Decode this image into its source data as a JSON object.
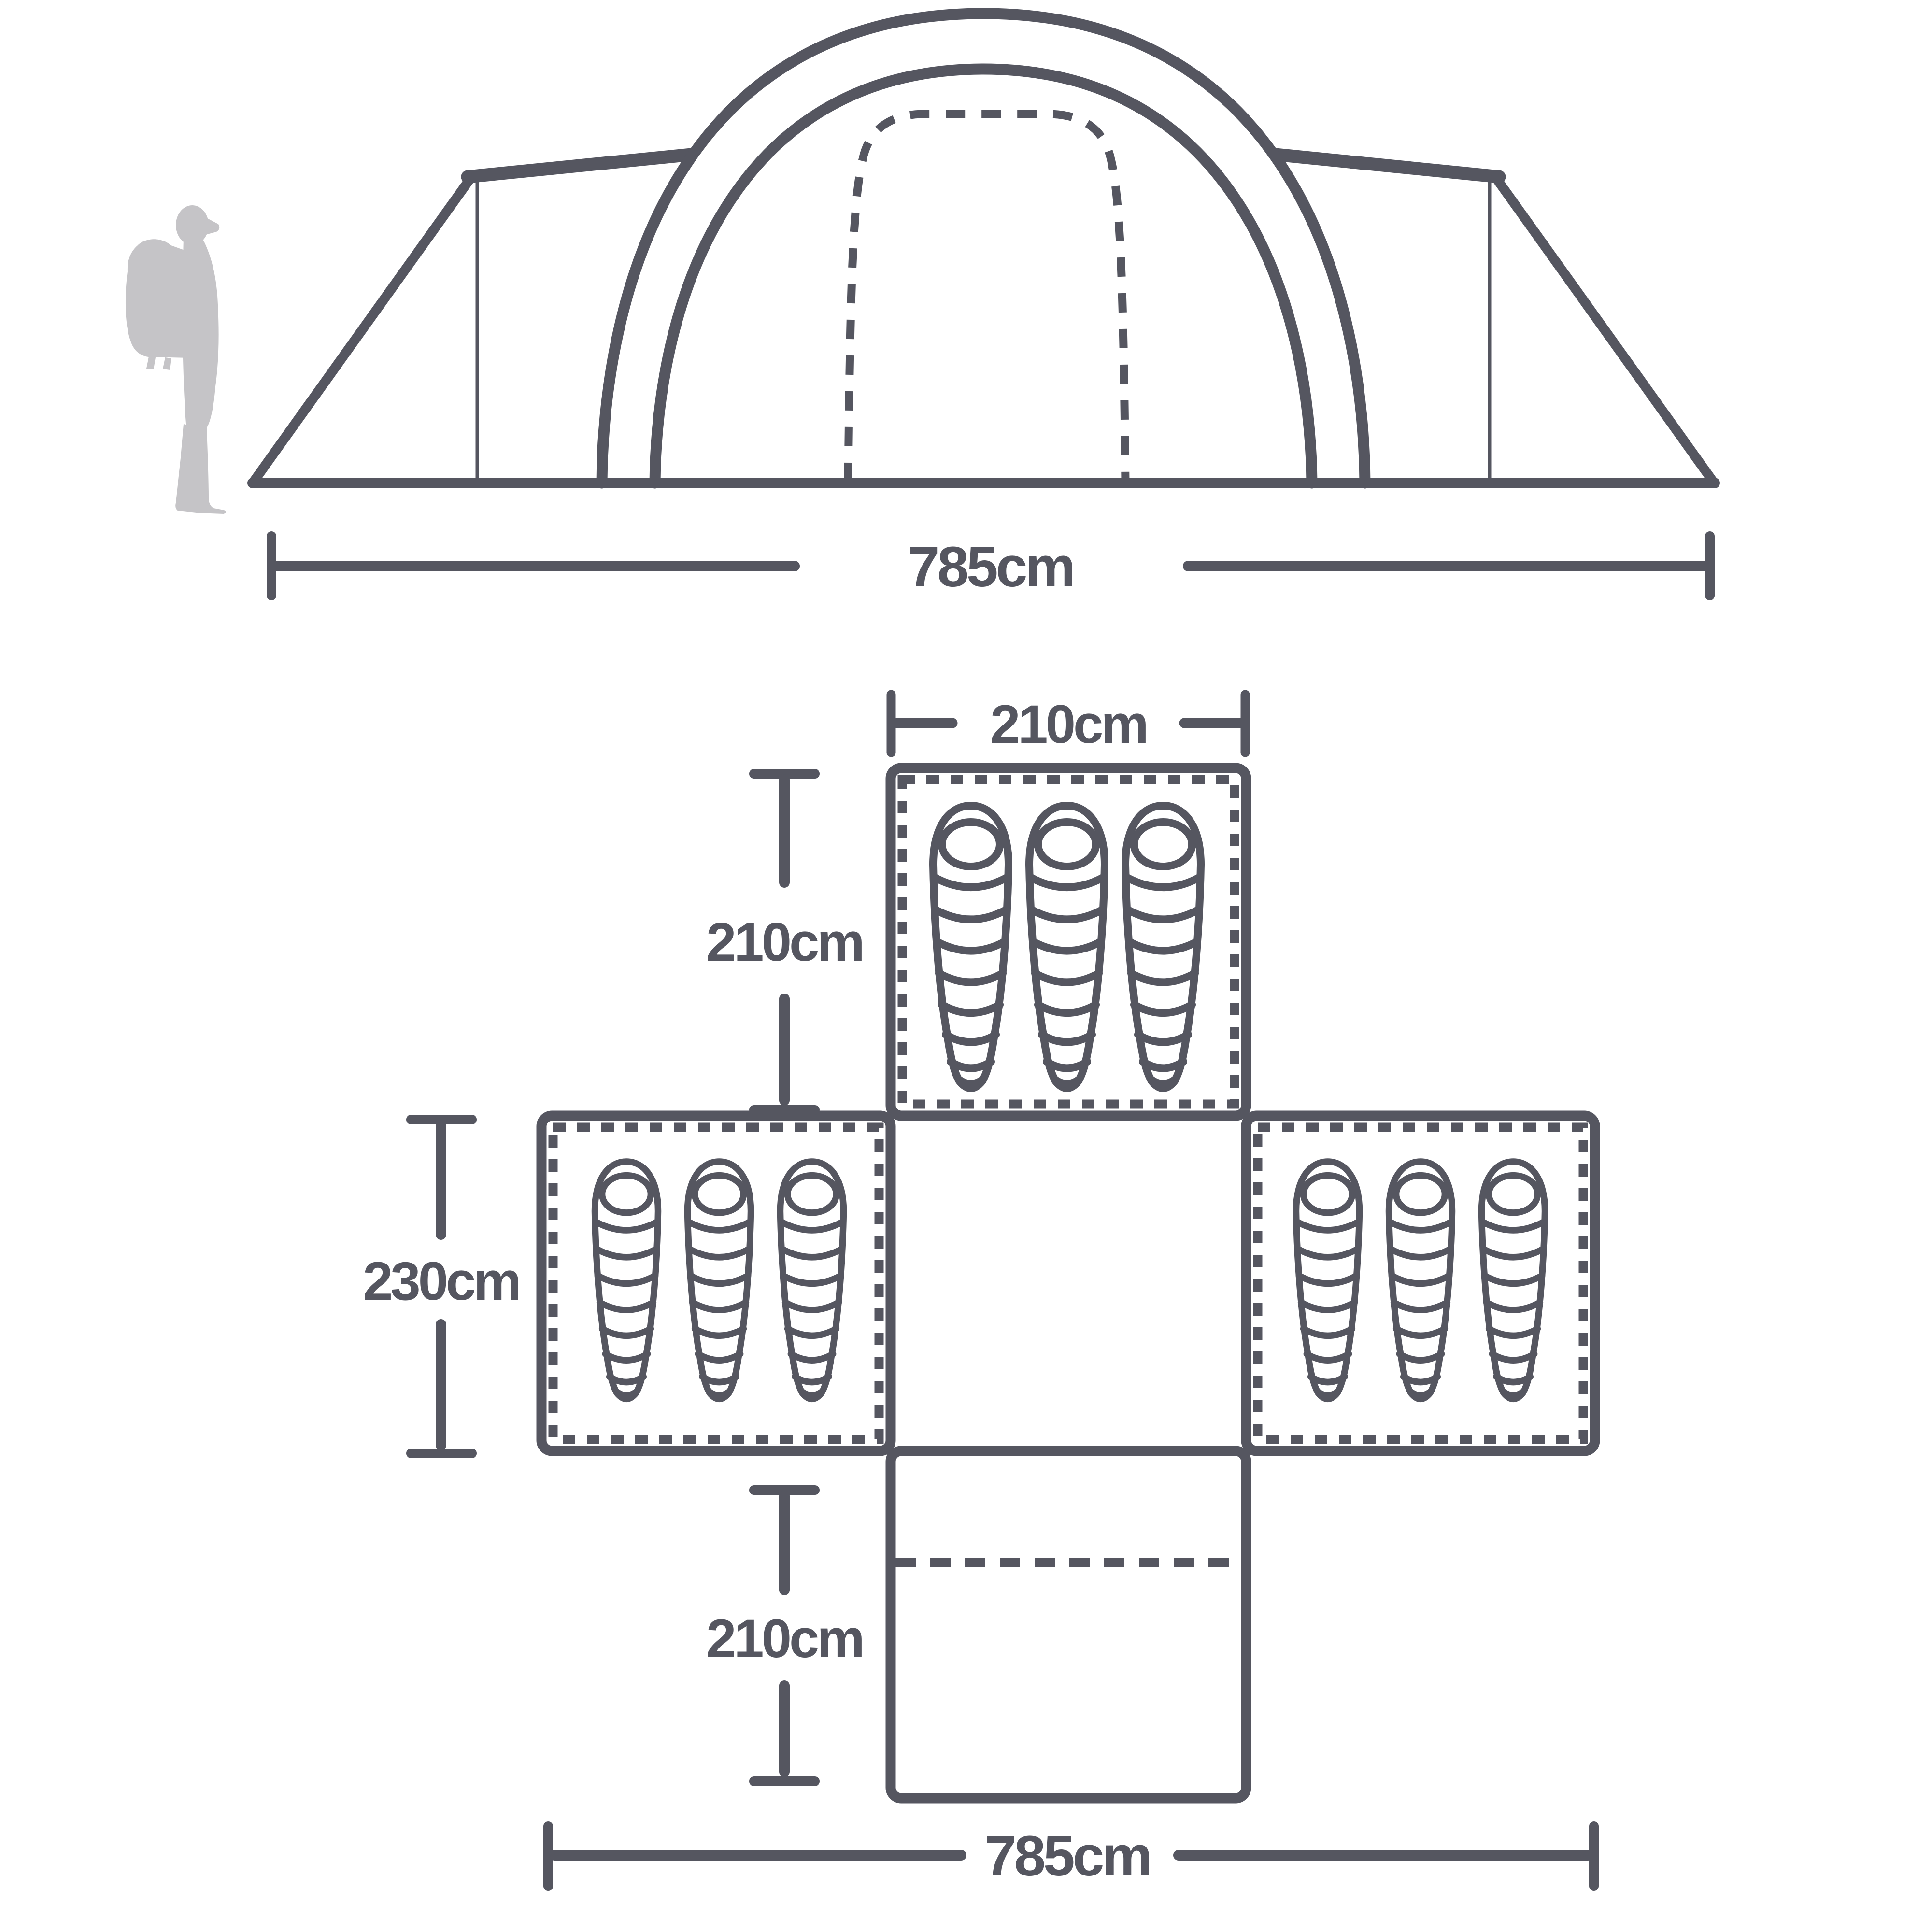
{
  "page": {
    "background": "#ffffff",
    "description": "Tent product dimensions diagram: side elevation with scale person and cross-shaped floor plan with three sleeping compartments"
  },
  "colors": {
    "ink": "#555660",
    "person_silhouette": "#c5c4c7",
    "compartment_fill": "#ffffff"
  },
  "side_view": {
    "name": "tent side elevation",
    "total_width_label": "785cm",
    "features": [
      "outer-pole-arch",
      "inner-pole-arch",
      "dashed-door-outline",
      "left-wing",
      "right-wing",
      "ground-line"
    ],
    "scale_figure": "hiker-with-backpack-icon"
  },
  "floor_plan": {
    "name": "tent floor plan (cross shape)",
    "dimensions": {
      "top_bedroom_width": "210cm",
      "top_bedroom_depth": "210cm",
      "side_bedroom_depth": "230cm",
      "porch_depth": "210cm",
      "total_width": "785cm"
    },
    "compartments": [
      {
        "id": "bedroom-top",
        "sleeping_bags": 3,
        "border": "dashed-inner"
      },
      {
        "id": "bedroom-left",
        "sleeping_bags": 3,
        "border": "dashed-inner"
      },
      {
        "id": "bedroom-right",
        "sleeping_bags": 3,
        "border": "dashed-inner"
      },
      {
        "id": "living-area-center",
        "sleeping_bags": 0,
        "border": "solid"
      },
      {
        "id": "porch-bottom",
        "sleeping_bags": 0,
        "border": "solid-with-dashed-divider"
      }
    ]
  }
}
